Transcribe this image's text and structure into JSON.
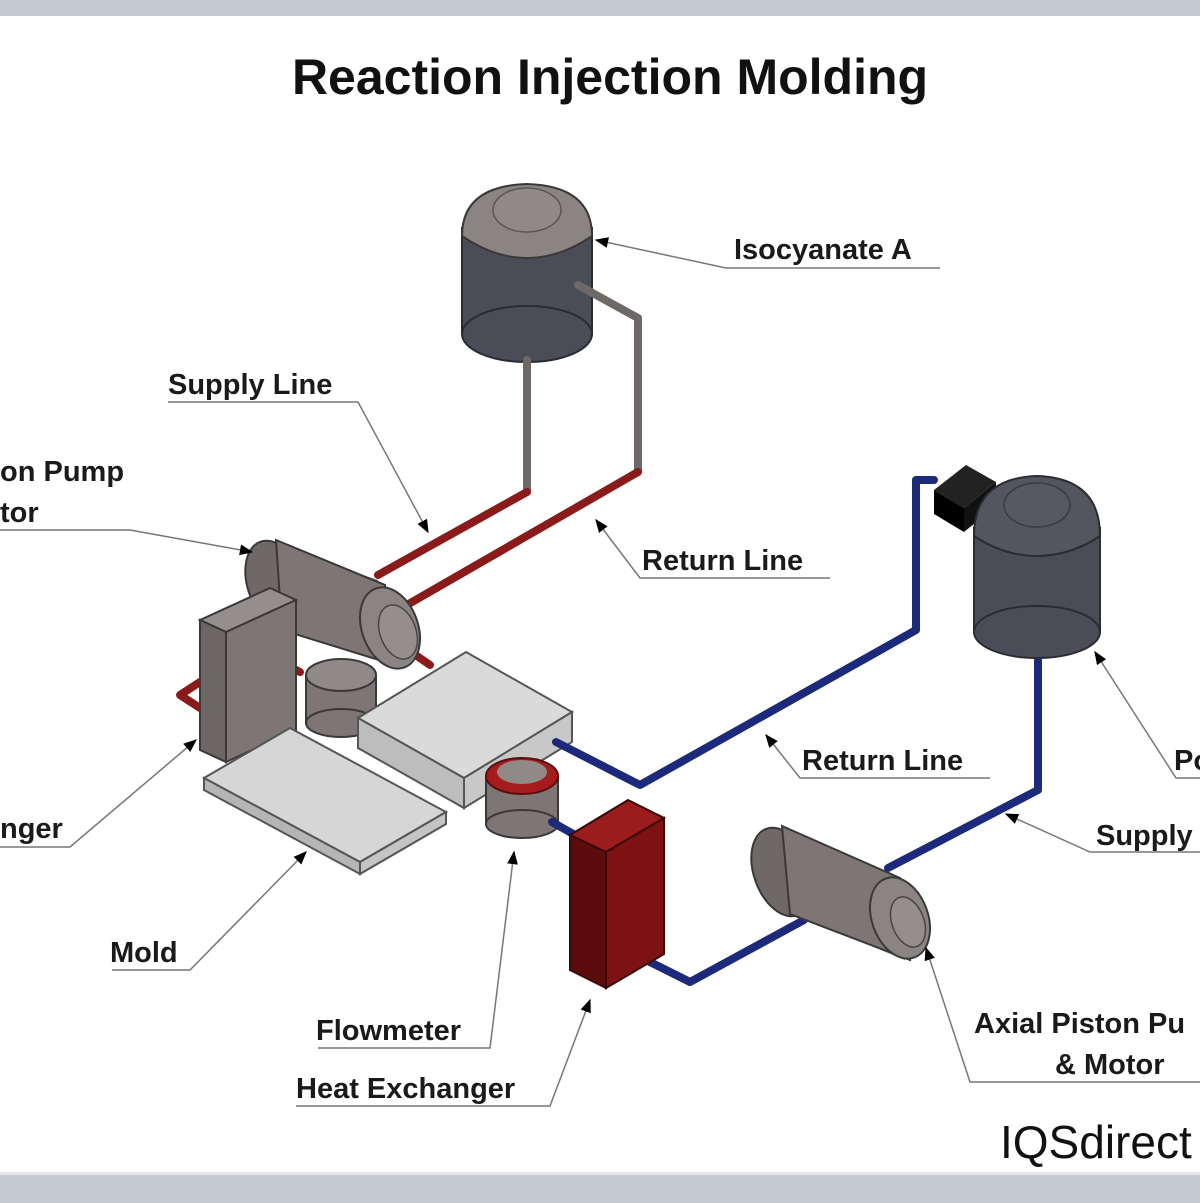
{
  "title": "Reaction Injection Molding",
  "brand": "IQSdirect",
  "colors": {
    "isocyanate_line": "#8b1a1a",
    "polyol_line": "#1b2a7a",
    "tank_body": "#4a4c58",
    "tank_lid": "#8a8482",
    "metal_gray": "#7d7674",
    "mold_light": "#d4d4d4",
    "heat_exchanger": "#8b1414"
  },
  "labels": {
    "isocyanate_a": "Isocyanate A",
    "supply_line_top": "Supply Line",
    "return_line_top": "Return Line",
    "piston_pump_left_1": "on Pump",
    "piston_pump_left_2": "tor",
    "heat_exchanger_left": "nger",
    "mold": "Mold",
    "flowmeter": "Flowmeter",
    "heat_exchanger": "Heat Exchanger",
    "return_line_right": "Return Line",
    "polyol_partial": "Po",
    "supply_line_right": "Supply",
    "axial_piston_1": "Axial Piston Pu",
    "axial_piston_2": "& Motor"
  }
}
